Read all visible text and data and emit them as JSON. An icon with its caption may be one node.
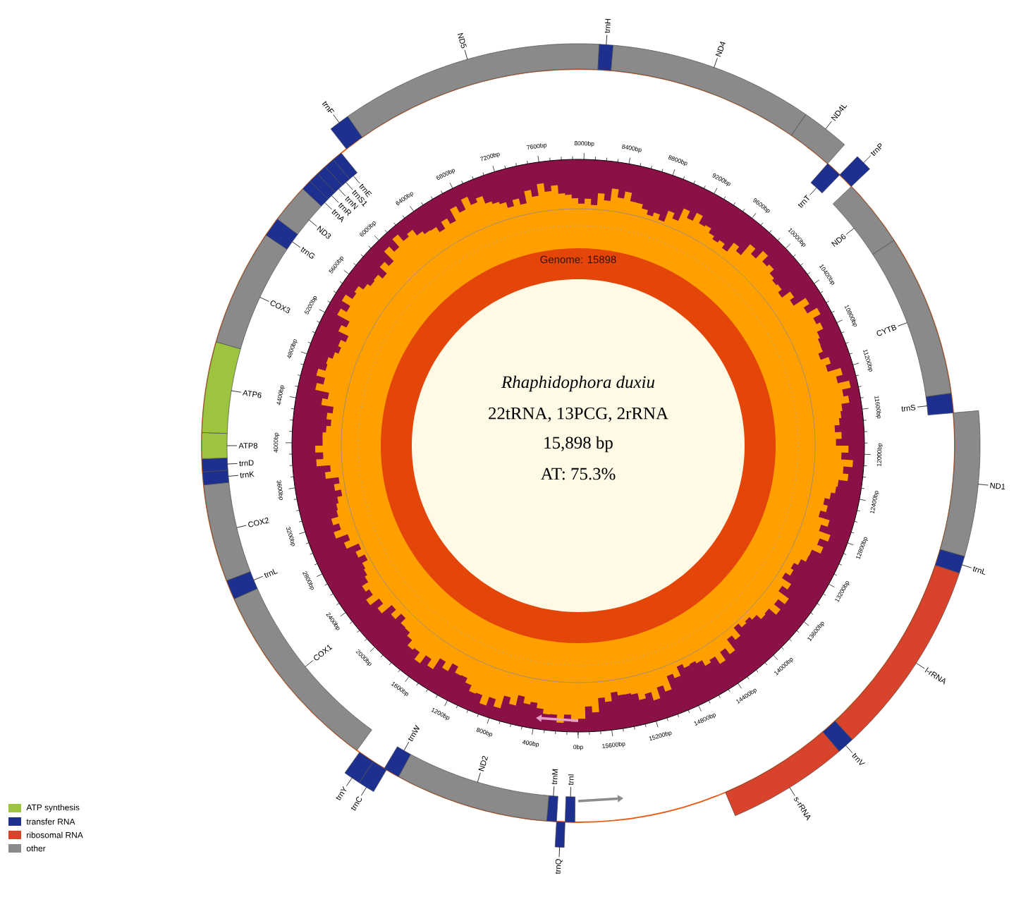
{
  "diagram": {
    "nodes": [
      {
        "text": [
          "trnI"
        ]
      },
      {
        "text": [
          "trnQ"
        ]
      },
      {
        "text": [
          "trnM"
        ]
      },
      {
        "text": [
          "ND2"
        ]
      },
      {
        "text": [
          "trnW"
        ]
      },
      {
        "text": [
          "trnC"
        ]
      },
      {
        "text": [
          "trnY"
        ]
      },
      {
        "text": [
          "COX1"
        ]
      },
      {
        "text": [
          "trnL"
        ]
      },
      {
        "text": [
          "COX2"
        ]
      },
      {
        "text": [
          "trnK"
        ]
      },
      {
        "text": [
          "trnD"
        ]
      },
      {
        "text": [
          "ATP8"
        ]
      },
      {
        "text": [
          "ATP6"
        ]
      },
      {
        "text": [
          "COX3"
        ]
      },
      {
        "text": [
          "trnG"
        ]
      },
      {
        "text": [
          "ND3"
        ]
      },
      {
        "text": [
          "trnA"
        ]
      },
      {
        "text": [
          "trnR"
        ]
      },
      {
        "text": [
          "trnN"
        ]
      },
      {
        "text": [
          "trnS1"
        ]
      },
      {
        "text": [
          "trnE"
        ]
      },
      {
        "text": [
          "trnF"
        ]
      },
      {
        "text": [
          "ND5"
        ]
      },
      {
        "text": [
          "trnH"
        ]
      },
      {
        "text": [
          "ND4"
        ]
      },
      {
        "text": [
          "ND4L"
        ]
      },
      {
        "text": [
          "trnT"
        ]
      },
      {
        "text": [
          "trnP"
        ]
      },
      {
        "text": [
          "ND6"
        ]
      },
      {
        "text": [
          "CYTB"
        ]
      },
      {
        "text": [
          "trnS"
        ]
      },
      {
        "text": [
          "ND1"
        ]
      },
      {
        "text": [
          "trnL"
        ]
      },
      {
        "text": [
          "l-rRNA"
        ]
      },
      {
        "text": [
          "trnV"
        ]
      },
      {
        "text": [
          "s-rRNA"
        ]
      }
    ],
    "labels": [
      "Genome: 15898",
      "Rhaphidophora duxiu",
      "22tRNA, 13PCG, 2rRNA",
      "15,898 bp",
      "AT: 75.3%",
      "0bp",
      "400bp",
      "800bp",
      "1200bp",
      "1600bp",
      "2000bp",
      "2400bp",
      "2800bp",
      "3200bp",
      "3600bp",
      "4000bp",
      "4400bp",
      "4800bp",
      "5200bp",
      "5600bp",
      "6000bp",
      "6400bp",
      "6800bp",
      "7200bp",
      "7600bp",
      "8000bp",
      "8400bp",
      "8800bp",
      "9200bp",
      "9600bp",
      "10000bp",
      "10400bp",
      "10800bp",
      "11200bp",
      "11600bp",
      "12000bp",
      "12400bp",
      "12800bp",
      "13200bp",
      "13600bp",
      "14000bp",
      "14400bp",
      "14800bp",
      "15200bp",
      "15600bp"
    ],
    "legend": [
      {
        "text": "ATP synthesis",
        "color": "#9cc43f"
      },
      {
        "text": "transfer RNA",
        "color": "#1d2f8f"
      },
      {
        "text": "ribosomal RNA",
        "color": "#d9432b"
      },
      {
        "text": "other",
        "color": "#8a8a8a"
      }
    ]
  }
}
